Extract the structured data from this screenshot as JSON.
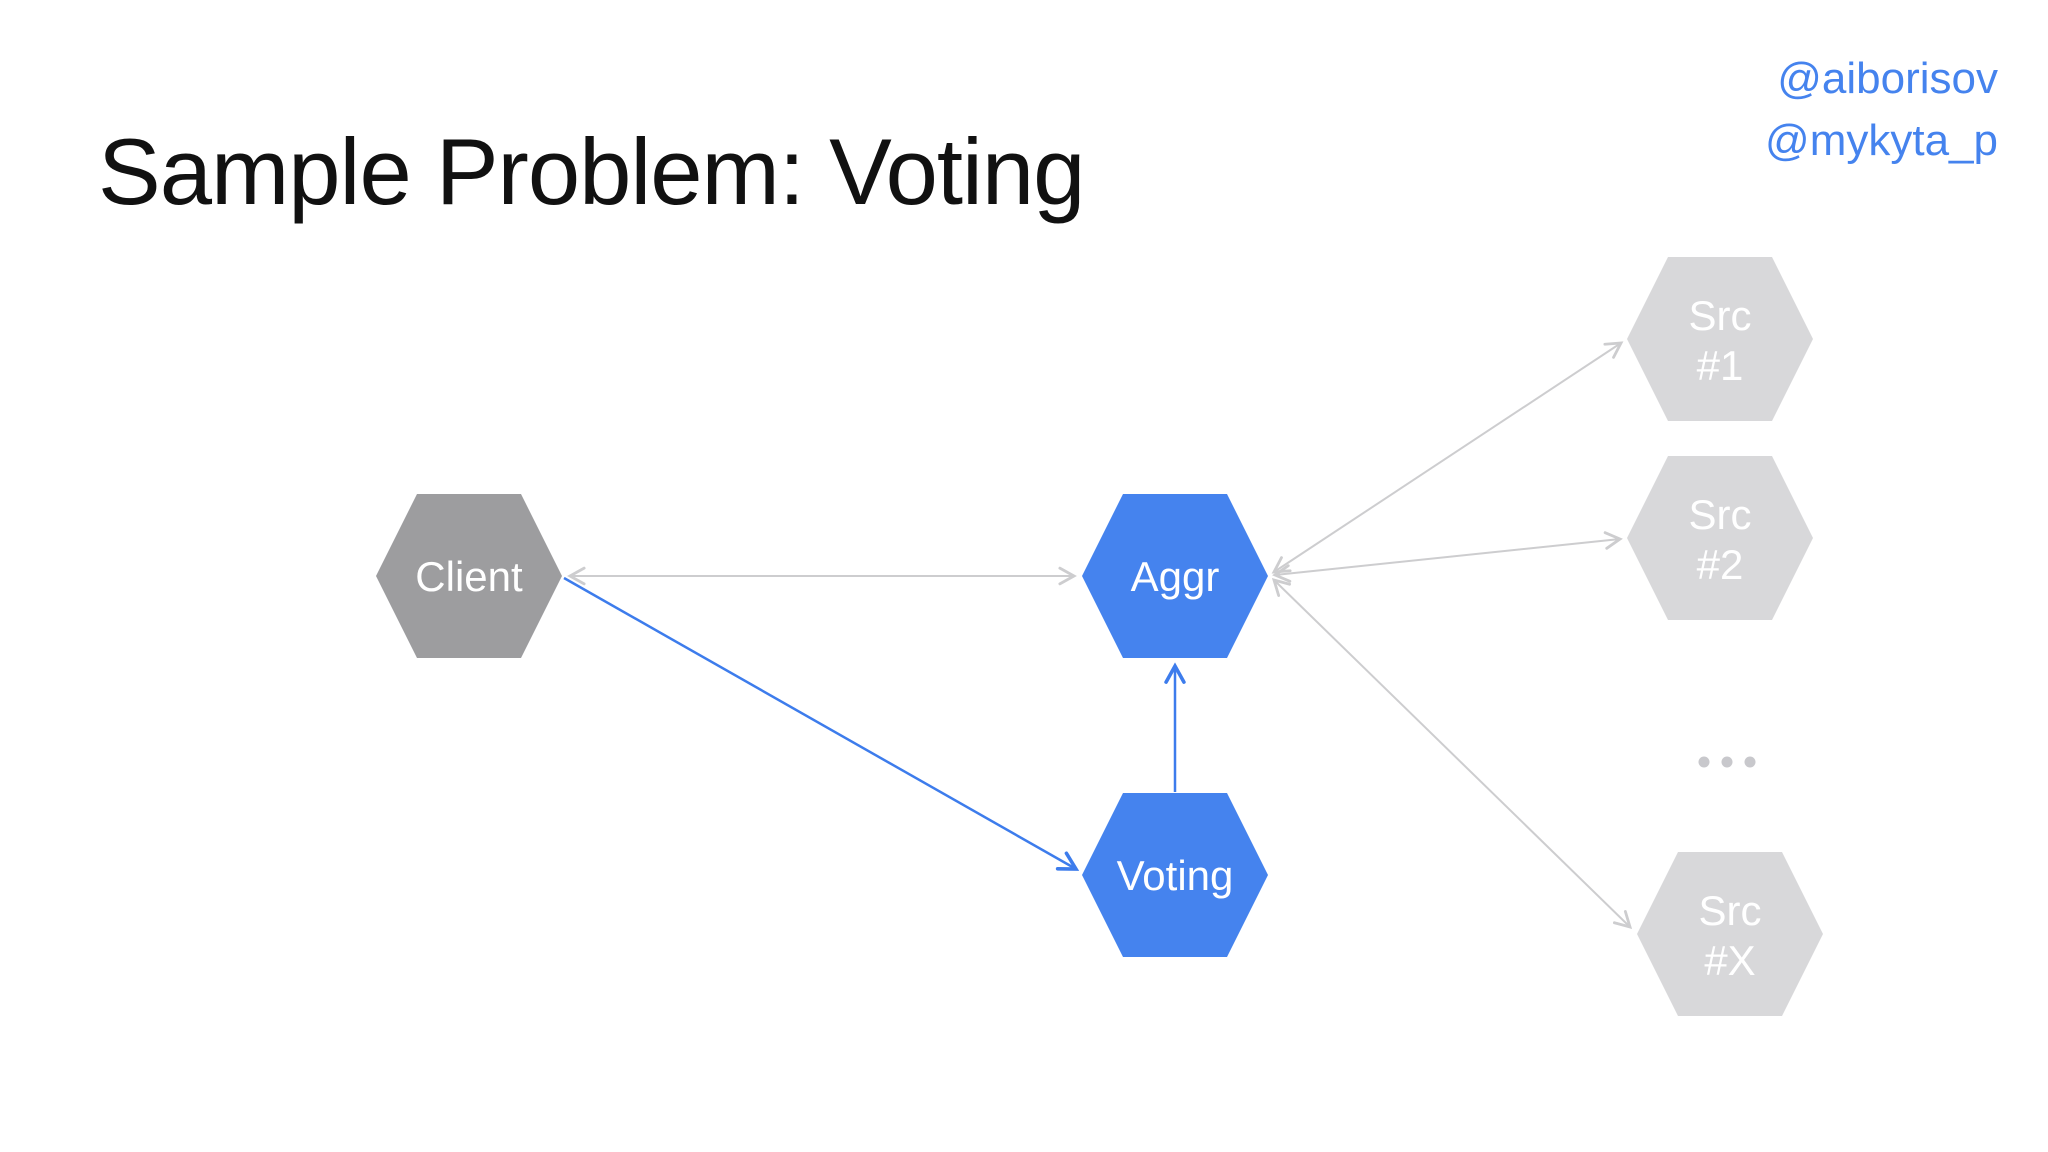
{
  "slide": {
    "title": "Sample Problem: Voting",
    "authors": [
      "@aiborisov",
      "@mykyta_p"
    ]
  },
  "colors": {
    "title_text": "#111111",
    "author_text": "#4583EE",
    "active_node_fill": "#4583EE",
    "client_node_fill": "#9D9D9F",
    "inactive_node_fill": "#D8D8DA",
    "node_text": "#FFFFFF",
    "gray_edge": "#CDCDCF",
    "blue_edge": "#3D7CEC",
    "ellipsis_dots": "#C8C8CC"
  },
  "diagram": {
    "nodes": [
      {
        "id": "client",
        "label": "Client",
        "shape": "hexagon",
        "fill": "#9D9D9F"
      },
      {
        "id": "aggr",
        "label": "Aggr",
        "shape": "hexagon",
        "fill": "#4583EE"
      },
      {
        "id": "voting",
        "label": "Voting",
        "shape": "hexagon",
        "fill": "#4583EE"
      },
      {
        "id": "src-1",
        "label_line1": "Src",
        "label_line2": "#1",
        "shape": "hexagon",
        "fill": "#D8D8DA"
      },
      {
        "id": "src-2",
        "label_line1": "Src",
        "label_line2": "#2",
        "shape": "hexagon",
        "fill": "#D8D8DA"
      },
      {
        "id": "src-x",
        "label_line1": "Src",
        "label_line2": "#X",
        "shape": "hexagon",
        "fill": "#D8D8DA"
      }
    ],
    "ellipsis_between_sources": "...",
    "edges": [
      {
        "from": "aggr",
        "to": "client",
        "color": "gray",
        "arrowheads": "both"
      },
      {
        "from": "aggr",
        "to": "src-1",
        "color": "gray",
        "arrowheads": "both"
      },
      {
        "from": "aggr",
        "to": "src-2",
        "color": "gray",
        "arrowheads": "both"
      },
      {
        "from": "aggr",
        "to": "src-x",
        "color": "gray",
        "arrowheads": "both"
      },
      {
        "from": "client",
        "to": "voting",
        "color": "blue",
        "arrowheads": "end"
      },
      {
        "from": "voting",
        "to": "aggr",
        "color": "blue",
        "arrowheads": "end"
      }
    ]
  }
}
